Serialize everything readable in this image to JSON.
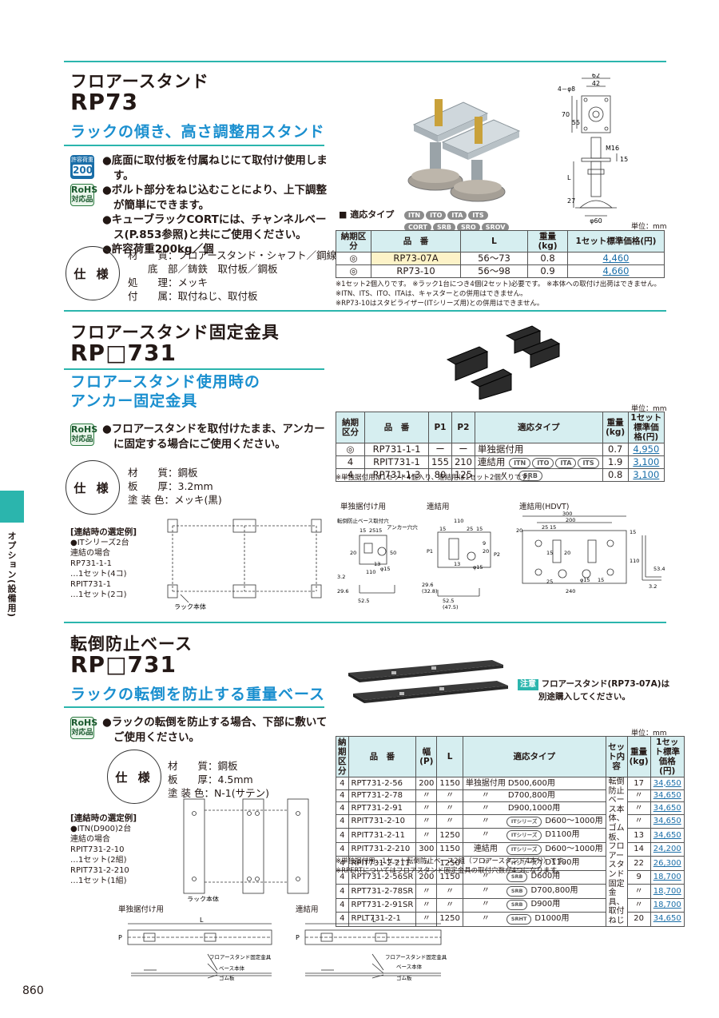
{
  "sidebar": {
    "label": "オプション(設備用)"
  },
  "page": {
    "number": "860"
  },
  "s1": {
    "title": "フロアースタンド",
    "model": "RP73",
    "subtitle": "ラックの傾き、高さ調整用スタンド",
    "weight_badge_top": "許容荷重",
    "weight_badge_value": "200",
    "rohs_top": "RoHS",
    "rohs_bottom": "対応品",
    "bullets": [
      "●底面に取付板を付属ねじにて取付け使用します。",
      "●ボルト部分をねじ込むことにより、上下調整が簡単にできます。",
      "●キューブラックCORTには、チャンネルベース(P.853参照)と共にご使用ください。",
      "●許容荷重200kg／個"
    ],
    "spec_label": "仕 様",
    "spec": [
      "材　　質：フロアースタンド・シャフト／鋼線",
      "　　底　部／鋳鉄　取付板／鋼板",
      "処　　理：メッキ",
      "付　　属：取付ねじ、取付板"
    ],
    "types_label": "■ 適応タイプ",
    "types": [
      "ITN",
      "ITO",
      "ITA",
      "ITS",
      "CORT",
      "SRB",
      "SRO",
      "SROV"
    ],
    "unit": "単位：mm",
    "headers": [
      "納期区分",
      "品　番",
      "L",
      "重量(kg)",
      "1セット標準価格(円)"
    ],
    "rows": [
      {
        "k": "◎",
        "part": "RP73-07A",
        "L": "56〜73",
        "w": "0.8",
        "price": "4,460"
      },
      {
        "k": "◎",
        "part": "RP73-10",
        "L": "56〜98",
        "w": "0.9",
        "price": "4,660"
      }
    ],
    "notes": [
      "※1セット2個入りです。 ※ラック1台につき4個(2セット)必要です。 ※本体への取付け出荷はできません。",
      "※ITN、ITS、ITO、ITAは、キャスターとの併用はできません。",
      "※RP73-10はスタビライザー(ITシリーズ用)との併用はできません。"
    ],
    "dims": [
      "62",
      "42",
      "4－φ8",
      "70",
      "55",
      "M16",
      "15",
      "L",
      "27",
      "φ60"
    ]
  },
  "s2": {
    "title": "フロアースタンド固定金具",
    "model": "RP□731",
    "subtitle1": "フロアースタンド使用時の",
    "subtitle2": "アンカー固定金具",
    "rohs_top": "RoHS",
    "rohs_bottom": "対応品",
    "bullets": [
      "●フロアースタンドを取付けたまま、アンカーに固定する場合にご使用ください。"
    ],
    "spec_label": "仕 様",
    "spec": [
      "材　　質：鋼板",
      "板　　厚：3.2mm",
      "塗 装 色：メッキ(黒)"
    ],
    "unit": "単位：mm",
    "headers": [
      "納期区分",
      "品　番",
      "P1",
      "P2",
      "適応タイプ",
      "重量(kg)",
      "1セット標準価格(円)"
    ],
    "rows": [
      {
        "k": "◎",
        "part": "RP731-1-1",
        "p1": "ー",
        "p2": "ー",
        "type": "単独据付用",
        "pills": [],
        "w": "0.7",
        "price": "4,950"
      },
      {
        "k": "4",
        "part": "RPIT731-1",
        "p1": "155",
        "p2": "210",
        "type": "連結用",
        "pills": [
          "ITN",
          "ITO",
          "ITA",
          "ITS"
        ],
        "w": "1.9",
        "price": "3,100"
      },
      {
        "k": "4",
        "part": "RP731-1-3",
        "p1": "80",
        "p2": "125",
        "type": "〃",
        "pills": [
          "SRB"
        ],
        "w": "0.8",
        "price": "3,100"
      }
    ],
    "notes": [
      "※単独据付用は1セット4個入り、連結用は1セット2個入りです。"
    ],
    "example_title": "[連結時の選定例]",
    "example": [
      "●ITシリーズ2台",
      "連結の場合",
      "RP731-1-1",
      "…1セット(4コ)",
      "RPIT731-1",
      "…1セット(2コ)"
    ],
    "rack_label": "ラック本体",
    "diag1_title": "単独据付け用",
    "diag2_title": "連結用",
    "diag3_title": "連結用(HDVT)",
    "diag1_labels": [
      "転倒防止ベース取付穴",
      "アンカー穴穴",
      "15",
      "25",
      "15",
      "20",
      "50",
      "13",
      "φ15",
      "110",
      "29.6",
      "3.2",
      "52.5"
    ],
    "diag2_labels": [
      "110",
      "15",
      "25",
      "15",
      "P1",
      "9",
      "20",
      "P2",
      "13",
      "φ15",
      "29.6",
      "(32.8)",
      "52.5",
      "(47.5)"
    ],
    "diag3_labels": [
      "300",
      "200",
      "20",
      "25",
      "15",
      "15",
      "20",
      "φ15",
      "15",
      "110",
      "25",
      "240",
      "15",
      "53.4",
      "3.2"
    ]
  },
  "s3": {
    "title": "転倒防止ベース",
    "model": "RP□731",
    "subtitle": "ラックの転倒を防止する重量ベース",
    "rohs_top": "RoHS",
    "rohs_bottom": "対応品",
    "bullets": [
      "●ラックの転倒を防止する場合、下部に敷いてご使用ください。"
    ],
    "spec_label": "仕 様",
    "spec": [
      "材　　質：鋼板",
      "板　　厚：4.5mm",
      "塗 装 色：N-1(サテン)"
    ],
    "caution_tag": "注意",
    "caution": [
      "フロアースタンド(RP73-07A)は",
      "別途購入してください。"
    ],
    "unit": "単位：mm",
    "headers": [
      "納期区分",
      "品　番",
      "幅(P)",
      "L",
      "適応タイプ",
      "セット内容",
      "重量(kg)",
      "1セット標準価格(円)"
    ],
    "set_content": [
      "転倒防止",
      "ベース本体、",
      "ゴム板、",
      "フロアー",
      "スタンド",
      "固定金具、",
      "取付ねじ"
    ],
    "rows": [
      {
        "k": "4",
        "part": "RPT731-2-56",
        "p": "200",
        "L": "1150",
        "t1": "単独据付用",
        "pill": "",
        "t2": "D500,600用",
        "w": "17",
        "price": "34,650"
      },
      {
        "k": "4",
        "part": "RPT731-2-78",
        "p": "〃",
        "L": "〃",
        "t1": "〃",
        "pill": "",
        "t2": "D700,800用",
        "w": "〃",
        "price": "34,650"
      },
      {
        "k": "4",
        "part": "RPT731-2-91",
        "p": "〃",
        "L": "〃",
        "t1": "〃",
        "pill": "",
        "t2": "D900,1000用",
        "w": "〃",
        "price": "34,650"
      },
      {
        "k": "4",
        "part": "RPIT731-2-10",
        "p": "〃",
        "L": "〃",
        "t1": "〃",
        "pill": "ITシリーズ",
        "t2": "D600〜1000用",
        "w": "〃",
        "price": "34,650"
      },
      {
        "k": "4",
        "part": "RPIT731-2-11",
        "p": "〃",
        "L": "1250",
        "t1": "〃",
        "pill": "ITシリーズ",
        "t2": "D1100用",
        "w": "13",
        "price": "34,650"
      },
      {
        "k": "4",
        "part": "RPIT731-2-210",
        "p": "300",
        "L": "1150",
        "t1": "連結用",
        "pill": "ITシリーズ",
        "t2": "D600〜1000用",
        "w": "14",
        "price": "24,200"
      },
      {
        "k": "4",
        "part": "RPIT731-2-211",
        "p": "〃",
        "L": "1250",
        "t1": "〃",
        "pill": "ITシリーズ",
        "t2": "D1100用",
        "w": "22",
        "price": "26,300"
      },
      {
        "k": "4",
        "part": "RPT731-2-56SR",
        "p": "200",
        "L": "1150",
        "t1": "〃",
        "pill": "SRB",
        "t2": "D600用",
        "w": "9",
        "price": "18,700"
      },
      {
        "k": "4",
        "part": "RPT731-2-78SR",
        "p": "〃",
        "L": "〃",
        "t1": "〃",
        "pill": "SRB",
        "t2": "D700,800用",
        "w": "〃",
        "price": "18,700"
      },
      {
        "k": "4",
        "part": "RPT731-2-91SR",
        "p": "〃",
        "L": "〃",
        "t1": "〃",
        "pill": "SRB",
        "t2": "D900用",
        "w": "〃",
        "price": "18,700"
      },
      {
        "k": "4",
        "part": "RPLT731-2-1",
        "p": "〃",
        "L": "1250",
        "t1": "〃",
        "pill": "SRHT",
        "t2": "D1000用",
        "w": "20",
        "price": "34,650"
      }
    ],
    "notes": [
      "※単独据付用…1セット転倒防止ベース2組（フロアースタンド4本分）です。",
      "※RPERTについてはフロアスタンド固定金具の取付穴数が4つになります。"
    ],
    "example_title": "[連結時の選定例]",
    "example": [
      "●ITN(D900)2台",
      "連結の場合",
      "RPIT731-2-10",
      "…1セット(2組)",
      "RPIT731-2-210",
      "…1セット(1組)"
    ],
    "rack_label": "ラック本体",
    "diag1_title": "単独据付け用",
    "diag2_title": "連結用",
    "dim_L": "L",
    "dim_P": "P",
    "diag_labels": [
      "フロアースタンド固定金具",
      "ベース本体",
      "ゴム板"
    ]
  }
}
